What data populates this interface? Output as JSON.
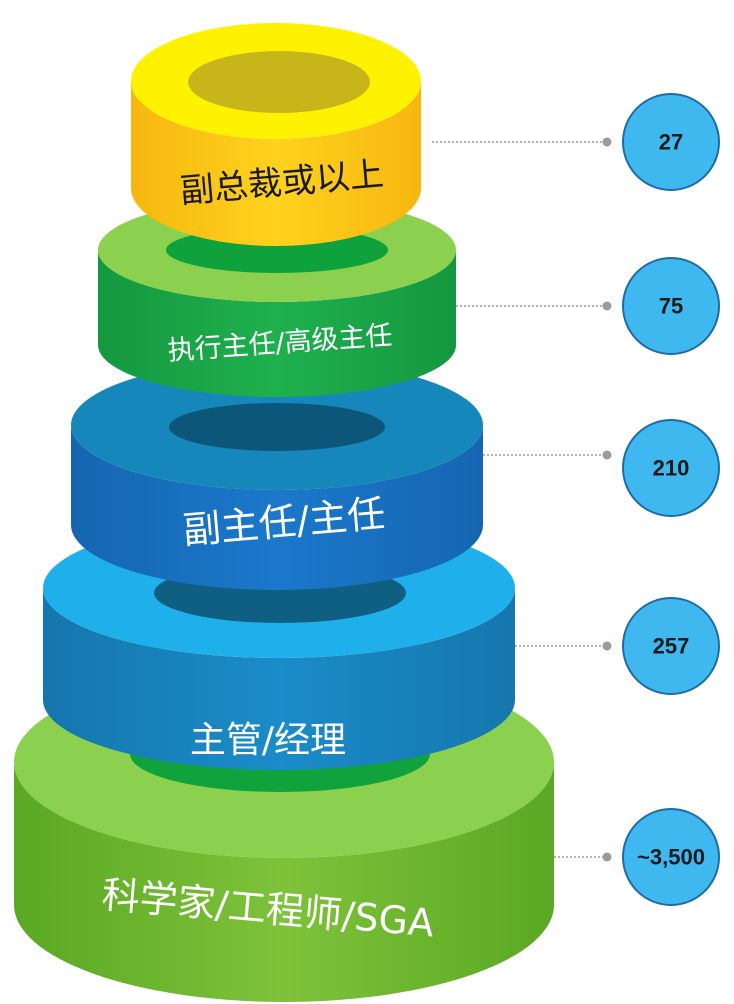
{
  "diagram": {
    "tiers": [
      {
        "label": "副总裁或以上",
        "count": "27"
      },
      {
        "label": "执行主任/高级主任",
        "count": "75"
      },
      {
        "label": "副主任/主任",
        "count": "210"
      },
      {
        "label": "主管/经理",
        "count": "257"
      },
      {
        "label": "科学家/工程师/SGA",
        "count": "~3,500"
      }
    ]
  },
  "colors": {
    "tier1_top": "#fff200",
    "tier1_side": "#ffc515",
    "tier1_hole": "#c7b51a",
    "tier2_top": "#8cd050",
    "tier2_side": "#1aaa4a",
    "tier2_hole": "#0fa23c",
    "tier3_top": "#1587bb",
    "tier3_side": "#1a6fc3",
    "tier3_hole": "#0b5679",
    "tier4_top": "#1fb0ec",
    "tier4_side": "#1785c1",
    "tier4_hole": "#0f5f83",
    "tier5_top": "#8cd050",
    "tier5_side": "#66b32a",
    "tier5_hole": "#10a23c",
    "badge_fill": "#3fb8ef",
    "badge_stroke": "#1f6ba8",
    "connector": "#9b9b9b"
  }
}
